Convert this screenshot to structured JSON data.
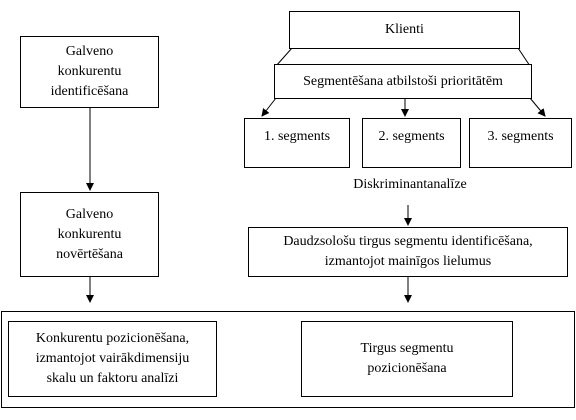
{
  "left_column": {
    "identify_box": "Galveno\nkonkurentu\nidentificēšana",
    "evaluate_box": "Galveno\nkonkurentu\nnovērtēšana"
  },
  "right_column": {
    "clients_box": "Klienti",
    "segmentation_box": "Segmentēšana atbilstoši prioritātēm",
    "segments": [
      "1. segments",
      "2. segments",
      "3. segments"
    ],
    "discriminant_label": "Diskriminantanalīze",
    "multilevel_box": "Daudzsološu tirgus segmentu identificēšana,\nizmantojot mainīgos lielumus"
  },
  "bottom_panel": {
    "competitor_positioning_box": "Konkurentu pozicionēšana,\nizmantojot vairākdimensiju\nskalu un faktoru analīzi",
    "segment_positioning_box": "Tirgus segmentu\npozicionēšana"
  }
}
